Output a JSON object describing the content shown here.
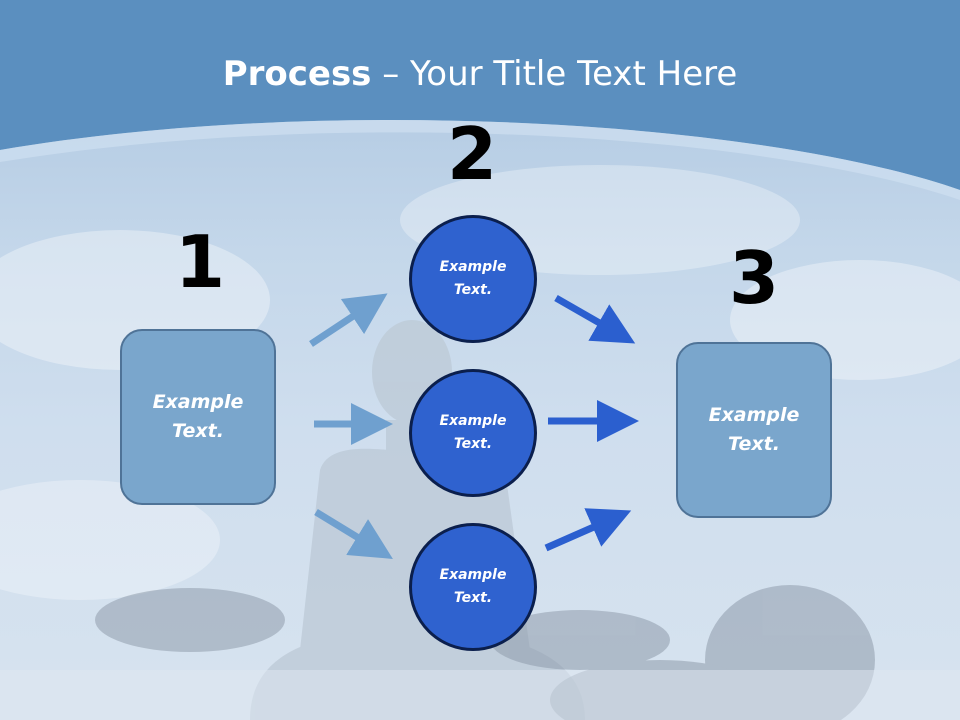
{
  "slide": {
    "title_bold": "Process",
    "title_rest": " – Your Title Text Here",
    "step_numbers": [
      "1",
      "2",
      "3"
    ],
    "left_box": "Example\nText.",
    "right_box": "Example\nText.",
    "circles": [
      "Example\nText.",
      "Example\nText.",
      "Example\nText."
    ]
  },
  "colors": {
    "header_band": "#5b8fbf",
    "box_fill": "#7aa6cc",
    "circle_fill": "#2f62cf",
    "light_arrow": "#6fa0cf",
    "dark_arrow": "#2b5fcf"
  }
}
